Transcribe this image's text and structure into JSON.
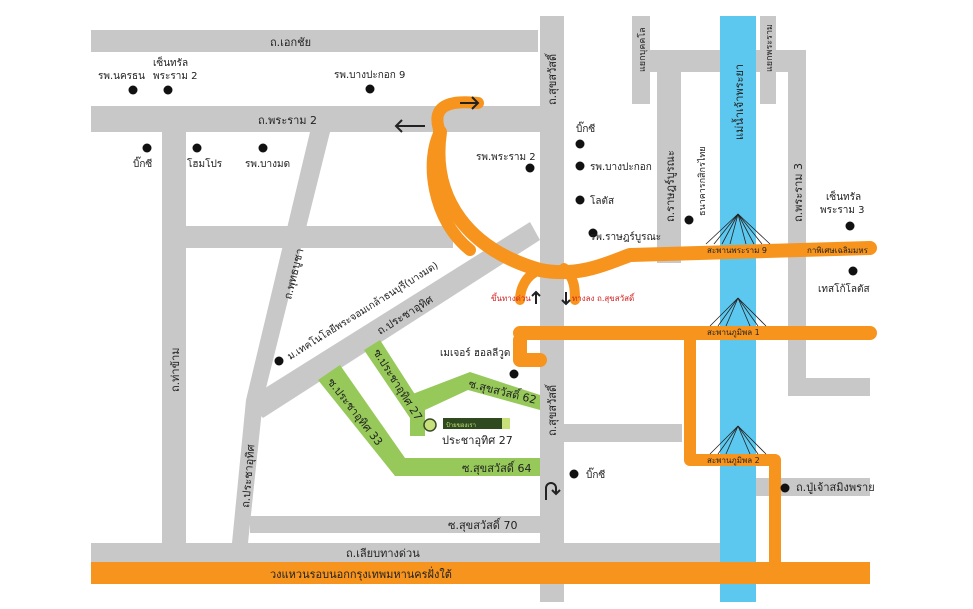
{
  "roads": {
    "ekkachai": "ถ.เอกชัย",
    "rama2": "ถ.พระราม 2",
    "suksawat_top": "ถ.สุขสวัสดิ์",
    "suksawat_mid": "ถ.สุขสวัสดิ์",
    "phutthabucha": "ถ.พุทธบูชา",
    "pracha_uthit": "ถ.ประชาอุทิศ",
    "pracha_uthit_left": "ถ.ประชาอุทิศ",
    "tha_kham": "ถ.ท่าข้าม",
    "rat_burana": "ถ.ราษฎร์บูรณะ",
    "rama3": "ถ.พระราม 3",
    "charoen_krung": "แยกบุคคโล",
    "charoen_krung_right": "แยกพระราม",
    "pu_chao": "ถ.ปู่เจ้าสมิงพราย",
    "liap_thang_duan": "ถ.เลียบทางด่วน",
    "soi_suksawat_62": "ซ.สุขสวัสดิ์ 62",
    "soi_suksawat_64": "ซ.สุขสวัสดิ์ 64",
    "soi_suksawat_70": "ซ.สุขสวัสดิ์ 70",
    "soi_pracha_uthit_27": "ซ.ประชาอุทิศ 27",
    "soi_pracha_uthit_33": "ซ.ประชาอุทิศ 33",
    "outer_ring": "วงแหวนรอบนอกกรุงเทพมหานครฝั่งใต้"
  },
  "river": {
    "name": "แม่น้ำเจ้าพระยา"
  },
  "bridges": {
    "rama9": "สะพานพระราม 9",
    "bhumibol1": "สะพานภูมิพล 1",
    "bhumibol2": "สะพานภูมิพล 2"
  },
  "expressway": {
    "up_label": "ขึ้นทางด่วน",
    "down_label": "ทางลง ถ.สุขสวัสดิ์",
    "toll_label": "กาพิเศษเฉลิมมหร"
  },
  "pois": {
    "rs_nakorn": "รพ.นครธน",
    "central_rama2_a": "เซ็นทรัล",
    "central_rama2_b": "พระราม 2",
    "rs_bangprakok9": "รพ.บางปะกอก 9",
    "bigc_left": "บิ๊กซี",
    "homepro": "โฮมโปร",
    "rs_bangmot": "รพ.บางมด",
    "rs_rama2": "รพ.พระราม 2",
    "bigc_top": "บิ๊กซี",
    "rs_bangprakok": "รพ.บางปะกอก",
    "lotus": "โลตัส",
    "rs_ratburana": "รพ.ราษฎร์บูรณะ",
    "kasikorn": "ธนาคารกสิกรไทย",
    "central_rama3_a": "เซ็นทรัล",
    "central_rama3_b": "พระราม 3",
    "tesco_lotus": "เทสโก้โลตัส",
    "kmutt": "ม.เทคโนโลยีพระจอมเกล้าธนบุรี(บางมด)",
    "major": "เมเจอร์ ฮอลลีวูด",
    "bigc_bottom": "บิ๊กซี",
    "destination": "ประชาอุทิศ 27",
    "destination_sign": "ป้ายของเรา"
  },
  "colors": {
    "road": "#c8c8c8",
    "expressway": "#f7941d",
    "river": "#5dc8ef",
    "soi": "#96c95a",
    "label_red": "#d42020"
  }
}
